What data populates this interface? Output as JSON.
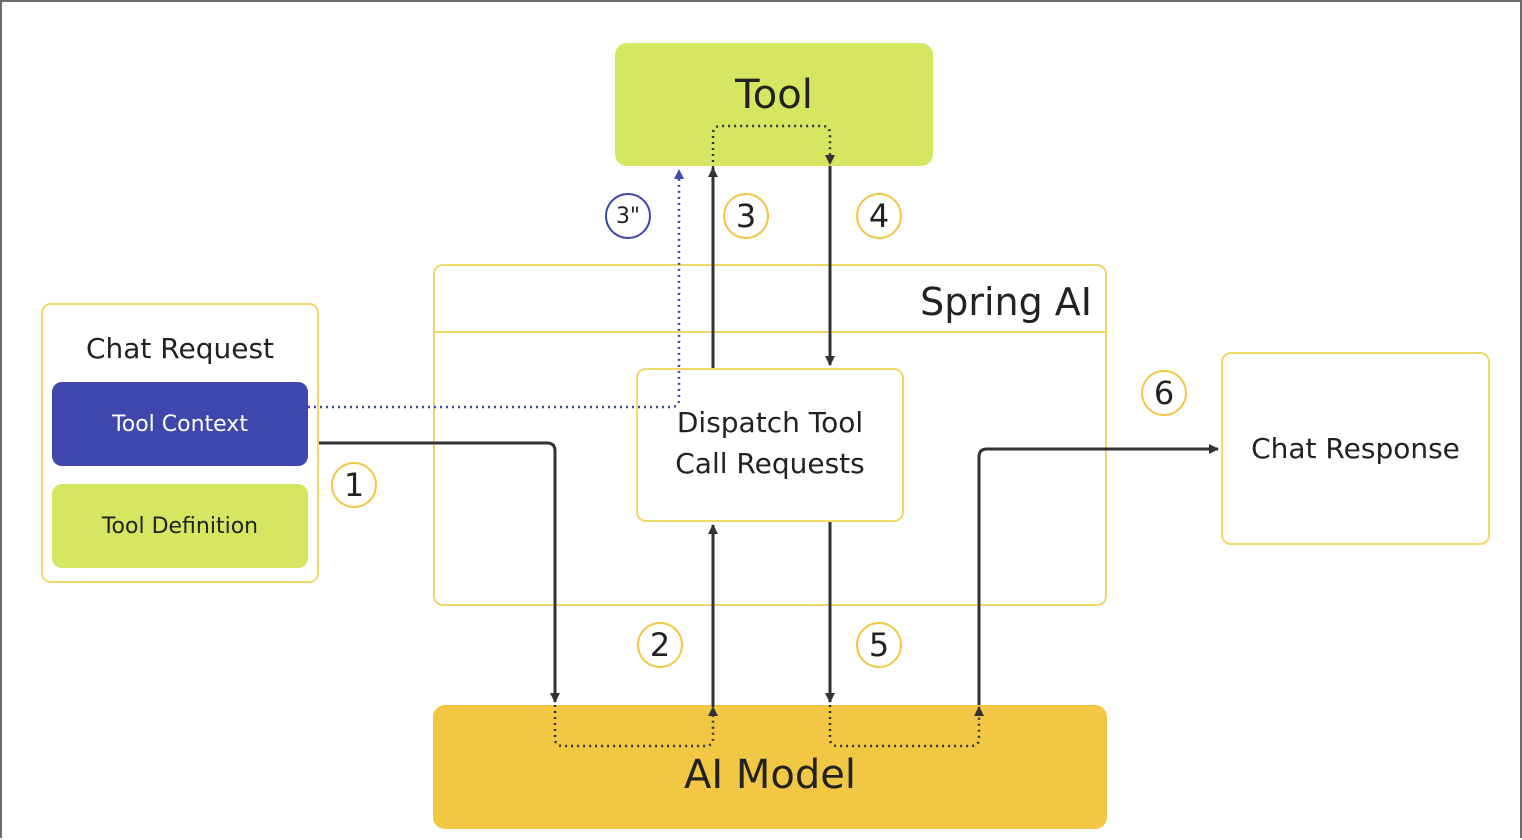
{
  "tool": {
    "label": "Tool"
  },
  "spring_ai": {
    "label": "Spring AI"
  },
  "chat_request": {
    "title": "Chat Request",
    "tool_context": "Tool Context",
    "tool_definition": "Tool Definition"
  },
  "dispatch": {
    "line1": "Dispatch Tool",
    "line2": "Call Requests"
  },
  "chat_response": {
    "label": "Chat Response"
  },
  "ai_model": {
    "label": "AI Model"
  },
  "steps": {
    "s1": "1",
    "s2": "2",
    "s3": "3",
    "s3b": "3\"",
    "s4": "4",
    "s5": "5",
    "s6": "6"
  },
  "colors": {
    "tool_fill": "#d5e661",
    "ai_model_fill": "#f2c744",
    "tool_context_fill": "#3f47ad",
    "outline_yellow": "#f2c744",
    "arrow": "#333333",
    "context_arrow": "#3f47ad"
  }
}
